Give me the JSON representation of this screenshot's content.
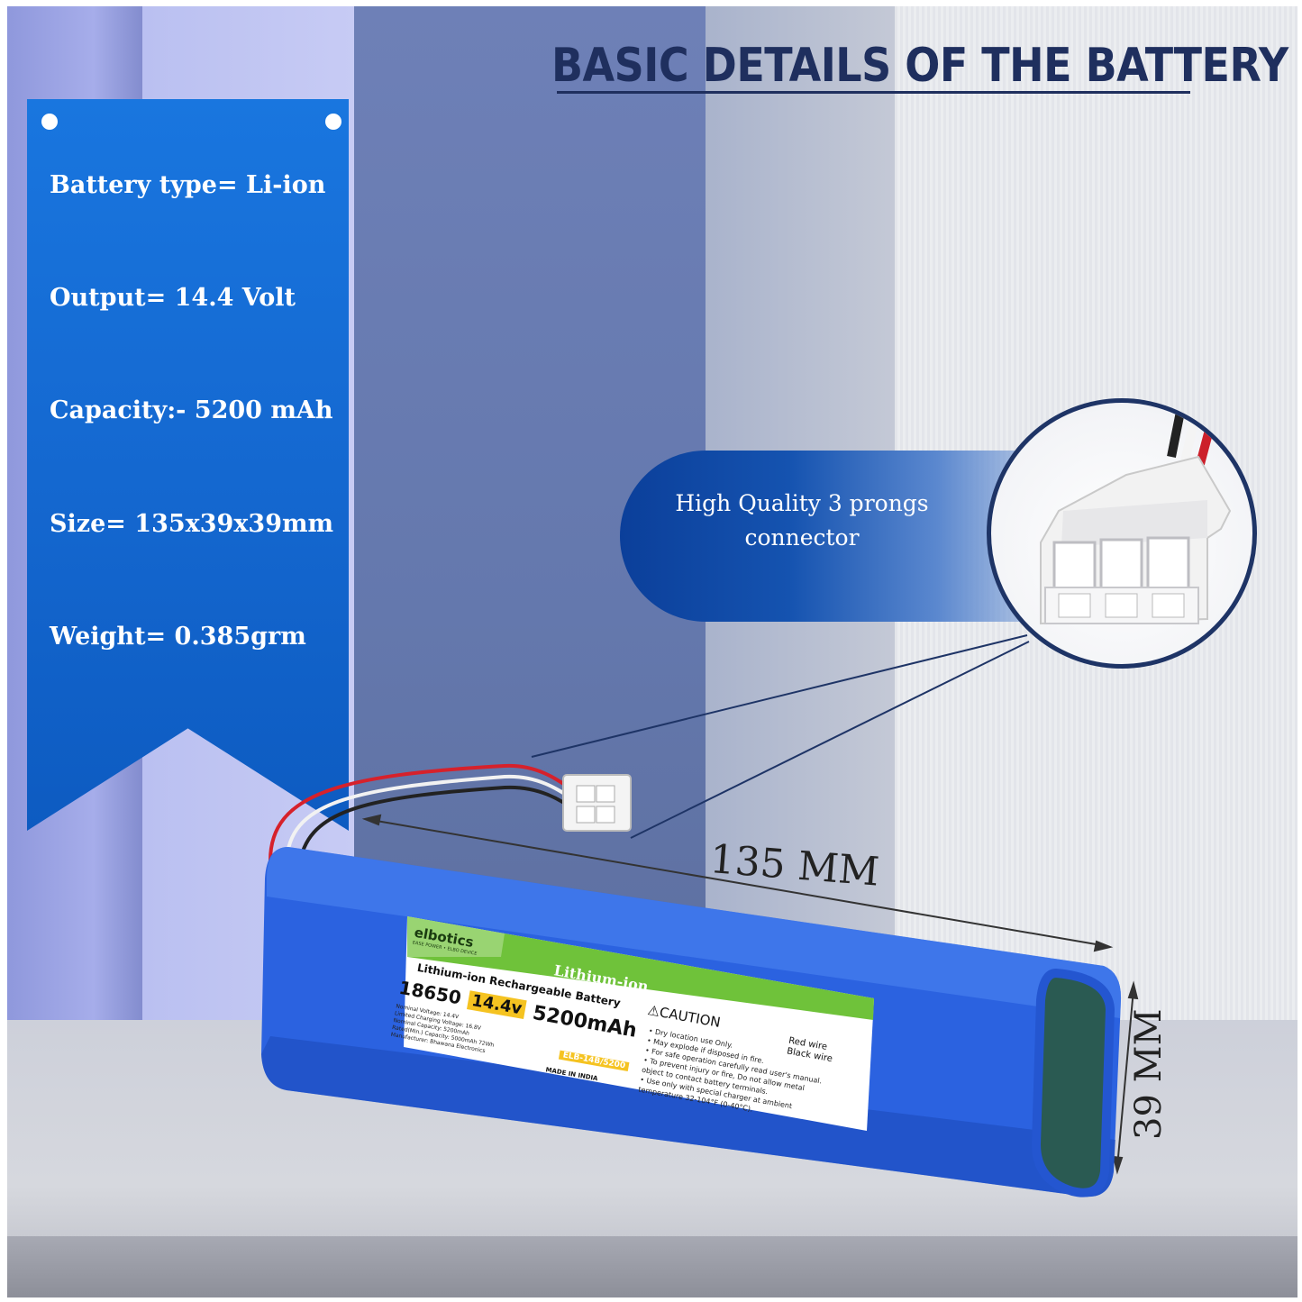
{
  "heading": "BASIC DETAILS OF THE BATTERY",
  "specs": [
    "Battery type= Li-ion",
    "Output= 14.4 Volt",
    "Capacity:- 5200 mAh",
    "Size= 135x39x39mm",
    "Weight= 0.385grm"
  ],
  "callout": {
    "line1": "High Quality 3 prongs",
    "line2": "connector"
  },
  "dimensions": {
    "length": "135 MM",
    "height": "39 MM"
  },
  "battery_label": {
    "brand": "elbotics",
    "brand_tagline": "EASE POWER • ELBO DEVICE",
    "chemistry": "Lithium-ion",
    "product_name": "Lithium-ion Rechargeable Battery",
    "cell": "18650",
    "voltage": "14.4v",
    "capacity": "5200mAh",
    "caution_title": "CAUTION",
    "red_wire": "Red wire",
    "black_wire": "Black wire",
    "specs_lines": [
      "Nominal Voltage: 14.4V",
      "Limited Charging Voltage: 16.8V",
      "Nominal Capacity: 5200mAh",
      "Rated(Min.) Capacity: 5000mAh 72Wh",
      "Manufacturer: Bhawana Electronics"
    ],
    "caution_lines": [
      "• Dry location use Only.",
      "• May explode if disposed in fire.",
      "• For safe operation carefully read user's manual.",
      "• To prevent injury or fire, Do not allow metal",
      "  object to contact battery terminals.",
      "• Use only with special charger at ambient",
      "  temperature 32-104°F (0-40°C)."
    ],
    "model": "ELB-14B/5200",
    "origin": "MADE IN INDIA"
  },
  "colors": {
    "banner": "#1467cf",
    "title": "#1f2f5e",
    "battery_body": "#2b62e0",
    "label_green": "#6fc23a",
    "voltage_badge": "#f5c321"
  }
}
